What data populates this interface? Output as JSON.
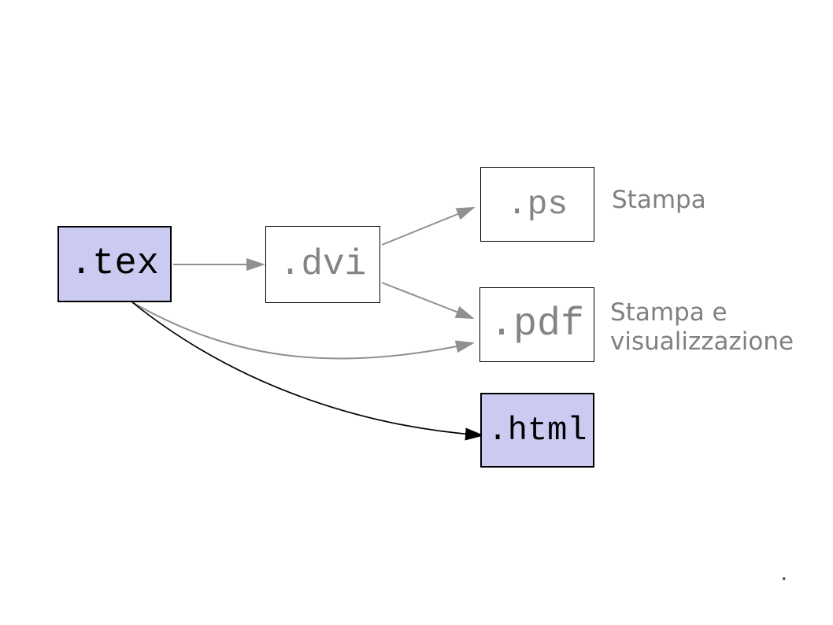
{
  "slide": {
    "background_color": "#ffffff",
    "accent_fill": "#cbcbf2",
    "gray_text": "#848484",
    "gray_arrow": "#909090",
    "nodes": [
      {
        "id": "tex",
        "label": ".tex",
        "fill": "#cbcbf2",
        "text_color": "#000000",
        "highlighted": true
      },
      {
        "id": "dvi",
        "label": ".dvi",
        "fill": "#ffffff",
        "text_color": "#848484",
        "highlighted": false
      },
      {
        "id": "ps",
        "label": ".ps",
        "fill": "#ffffff",
        "text_color": "#848484",
        "highlighted": false
      },
      {
        "id": "pdf",
        "label": ".pdf",
        "fill": "#ffffff",
        "text_color": "#848484",
        "highlighted": false
      },
      {
        "id": "html",
        "label": ".html",
        "fill": "#cbcbf2",
        "text_color": "#000000",
        "highlighted": true
      }
    ],
    "captions": [
      {
        "for": "ps",
        "text": "Stampa",
        "color": "#808080"
      },
      {
        "for": "pdf",
        "line1": "Stampa e",
        "line2": "visualizzazione",
        "color": "#808080"
      }
    ],
    "edges": [
      {
        "from": "tex",
        "to": "dvi",
        "color": "#909090",
        "style": "straight"
      },
      {
        "from": "dvi",
        "to": "ps",
        "color": "#909090",
        "style": "straight"
      },
      {
        "from": "dvi",
        "to": "pdf",
        "color": "#909090",
        "style": "straight"
      },
      {
        "from": "tex",
        "to": "pdf",
        "color": "#909090",
        "style": "curved"
      },
      {
        "from": "tex",
        "to": "html",
        "color": "#000000",
        "style": "curved"
      }
    ],
    "stray_mark": "."
  }
}
